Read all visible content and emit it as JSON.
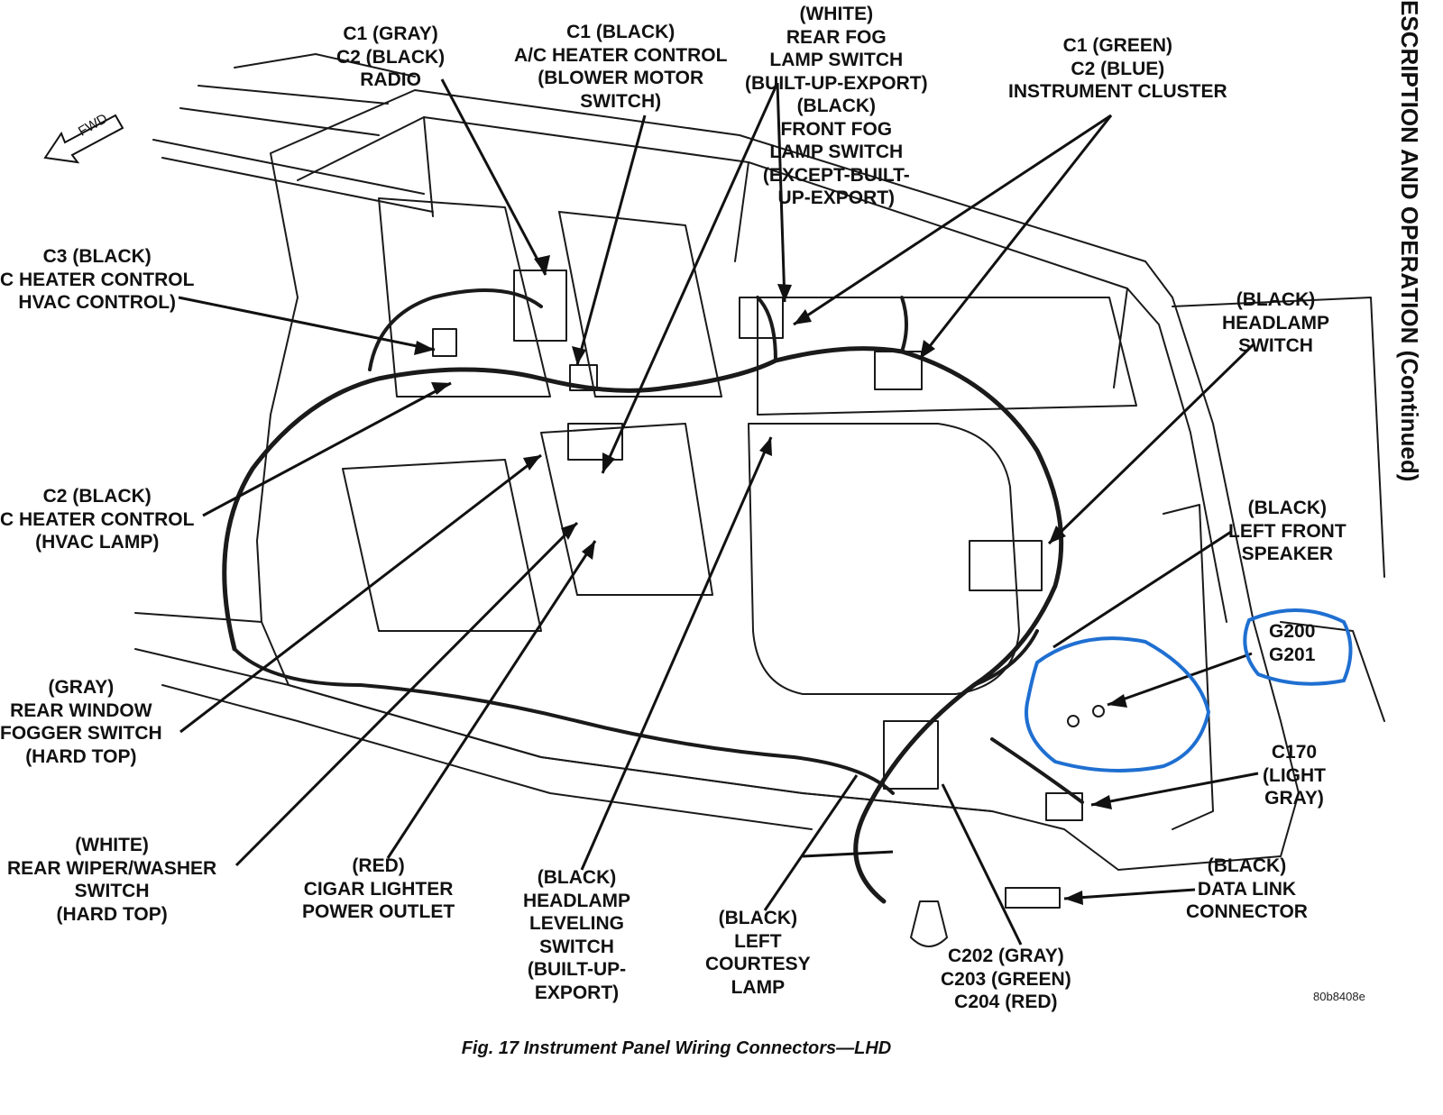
{
  "diagram": {
    "caption": "Fig. 17 Instrument Panel Wiring Connectors—LHD",
    "figure_id": "80b8408e",
    "side_heading": "ESCRIPTION AND OPERATION (Continued)",
    "direction_label": "FWD",
    "accent_color": "#1f6fd1",
    "labels": {
      "radio": [
        "C1 (GRAY)",
        "C2 (BLACK)",
        "RADIO"
      ],
      "blower": [
        "C1 (BLACK)",
        "A/C HEATER CONTROL",
        "(BLOWER MOTOR",
        "SWITCH)"
      ],
      "fog": [
        "(WHITE)",
        "REAR FOG",
        "LAMP SWITCH",
        "(BUILT-UP-EXPORT)",
        "(BLACK)",
        "FRONT FOG",
        "LAMP SWITCH",
        "(EXCEPT-BUILT-",
        "UP-EXPORT)"
      ],
      "cluster": [
        "C1 (GREEN)",
        "C2 (BLUE)",
        "INSTRUMENT CLUSTER"
      ],
      "hvac_control": [
        "C3 (BLACK)",
        "C HEATER CONTROL",
        "HVAC CONTROL)"
      ],
      "hvac_lamp": [
        "C2 (BLACK)",
        "C HEATER CONTROL",
        "(HVAC LAMP)"
      ],
      "headlamp_switch": [
        "(BLACK)",
        "HEADLAMP",
        "SWITCH"
      ],
      "speaker": [
        "(BLACK)",
        "LEFT FRONT",
        "SPEAKER"
      ],
      "ground": [
        "G200",
        "G201"
      ],
      "c170": [
        "C170",
        "(LIGHT",
        "GRAY)"
      ],
      "data_link": [
        "(BLACK)",
        "DATA LINK",
        "CONNECTOR"
      ],
      "fogger": [
        "(GRAY)",
        "REAR WINDOW",
        "FOGGER SWITCH",
        "(HARD TOP)"
      ],
      "wiper": [
        "(WHITE)",
        "REAR WIPER/WASHER",
        "SWITCH",
        "(HARD TOP)"
      ],
      "cigar": [
        "(RED)",
        "CIGAR LIGHTER",
        "POWER OUTLET"
      ],
      "leveling": [
        "(BLACK)",
        "HEADLAMP",
        "LEVELING",
        "SWITCH",
        "(BUILT-UP-",
        "EXPORT)"
      ],
      "courtesy": [
        "(BLACK)",
        "LEFT",
        "COURTESY",
        "LAMP"
      ],
      "c202": [
        "C202 (GRAY)",
        "C203 (GREEN)",
        "C204 (RED)"
      ]
    }
  }
}
